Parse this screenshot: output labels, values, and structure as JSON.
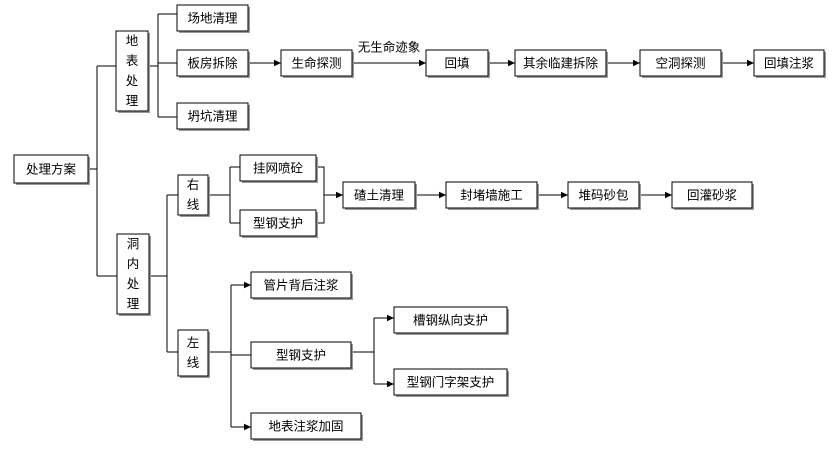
{
  "diagram": {
    "nodes": {
      "root": "处理方案",
      "surface": "地表处理",
      "site_clear": "场地清理",
      "board_demolish": "板房拆除",
      "pit_clear": "坍坑清理",
      "life_detect": "生命探测",
      "backfill": "回填",
      "other_demolish": "其余临建拆除",
      "cavity_detect": "空洞探测",
      "backfill_grout": "回填注浆",
      "tunnel": "洞内处理",
      "right_line": "右线",
      "mesh_shotcrete": "挂网喷砼",
      "steel_support_r": "型钢支护",
      "muck_clear": "碴土清理",
      "wall_build": "封堵墙施工",
      "sandbag": "堆码砂包",
      "sand_grout": "回灌砂浆",
      "left_line": "左线",
      "segment_grout": "管片背后注浆",
      "steel_support_l": "型钢支护",
      "channel_support": "槽钢纵向支护",
      "portal_support": "型钢门字架支护",
      "surface_grout": "地表注浆加固"
    },
    "edge_labels": {
      "no_life_signs": "无生命迹象"
    },
    "colors": {
      "stroke": "#000000",
      "fill": "#ffffff",
      "shadow": "#9a9a9a"
    }
  }
}
